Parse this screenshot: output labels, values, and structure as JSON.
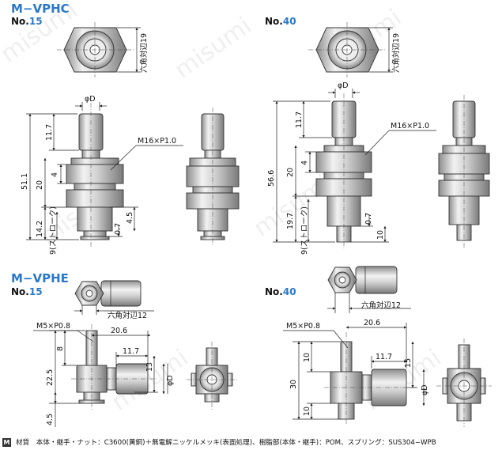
{
  "vphc": {
    "title": "M−VPHC",
    "no15_prefix": "No.",
    "no15_num": "15",
    "no40_prefix": "No.",
    "no40_num": "40",
    "hex15": "六角対辺19",
    "hex40": "六角対辺19",
    "phi_d": "φD",
    "thread15": "M16×P1.0",
    "thread40": "M16×P1.0",
    "dims15": {
      "a": "11.7",
      "b": "51.1",
      "c": "20",
      "d": "4",
      "e": "14.2",
      "f": "9(ストローク)",
      "g": "0.7",
      "h": "4.5"
    },
    "dims40": {
      "a": "11.7",
      "b": "56.6",
      "c": "20",
      "d": "4",
      "e": "19.7",
      "f": "9(ストローク)",
      "g": "0.7",
      "h": "10"
    }
  },
  "vphe": {
    "title": "M−VPHE",
    "no15_prefix": "No.",
    "no15_num": "15",
    "no40_prefix": "No.",
    "no40_num": "40",
    "hex15": "六角対辺12",
    "hex40": "六角対辺12",
    "thread15": "M5×P0.8",
    "thread40": "M5×P0.8",
    "phi_d": "φD",
    "dims15": {
      "a": "20.6",
      "b": "11.7",
      "c": "8",
      "d": "13",
      "e": "22.5",
      "f": "4.5"
    },
    "dims40": {
      "a": "20.6",
      "b": "11.7",
      "c": "10",
      "d": "15",
      "e": "30",
      "f": "10"
    }
  },
  "watermark": "misumi",
  "footer": {
    "logo": "M",
    "text": "材質　本体・継手・ナット：C3600(黄銅)＋無電解ニッケルメッキ(表面処理)、樹脂部(本体・継手)：POM、スプリング：SUS304−WPB"
  }
}
